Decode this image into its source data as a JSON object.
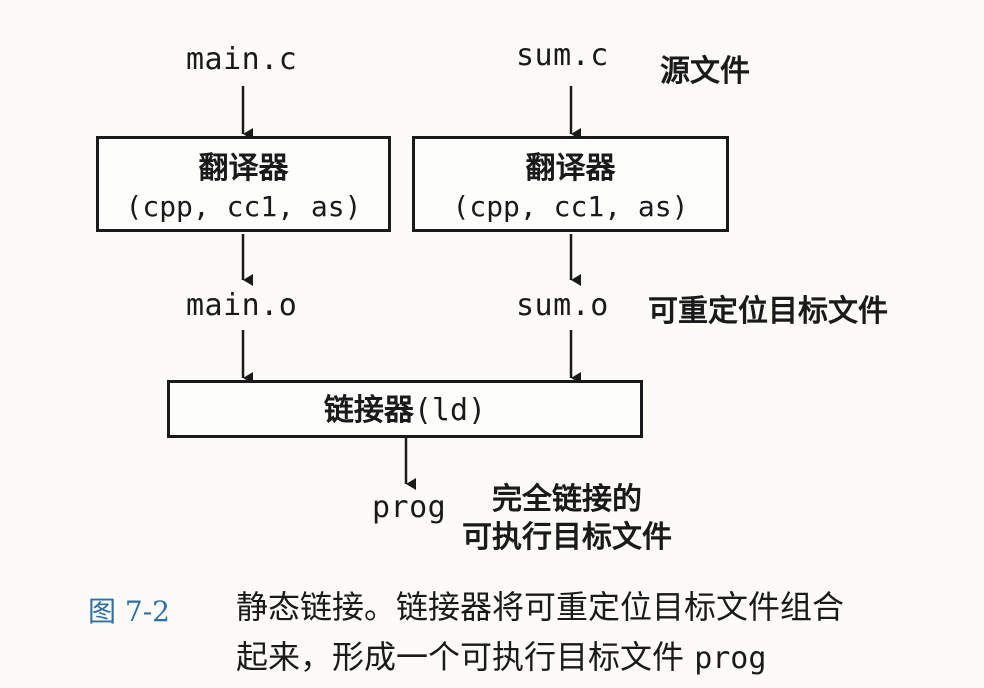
{
  "sources": {
    "left": "main.c",
    "right": "sum.c",
    "note": "源文件"
  },
  "translators": {
    "left": {
      "name": "翻译器",
      "tools": "(cpp, cc1, as)"
    },
    "right": {
      "name": "翻译器",
      "tools": "(cpp, cc1, as)"
    }
  },
  "objects": {
    "left": "main.o",
    "right": "sum.o",
    "note": "可重定位目标文件"
  },
  "linker": {
    "name": "链接器",
    "tool": "(ld)"
  },
  "output": {
    "file": "prog",
    "note_line1": "完全链接的",
    "note_line2": "可执行目标文件"
  },
  "caption": {
    "figure_number": "图 7-2",
    "line1": "静态链接。链接器将可重定位目标文件组合",
    "line2_text": "起来，形成一个可执行目标文件 ",
    "line2_code": "prog"
  }
}
